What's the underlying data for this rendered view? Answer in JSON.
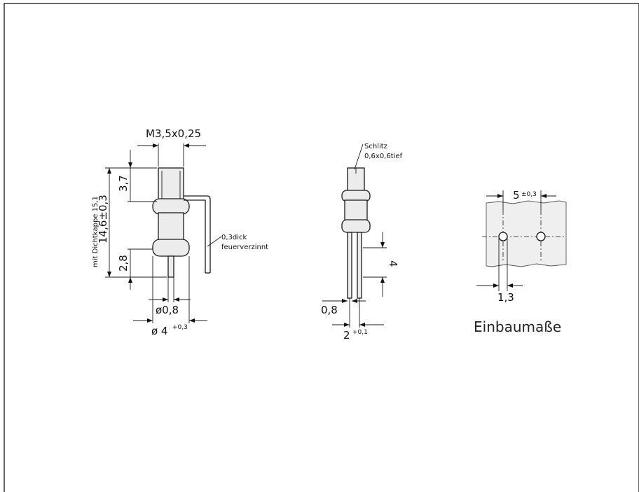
{
  "view1": {
    "thread_label": "M3,5x0,25",
    "dim_head": "3,7",
    "dim_total": "14,6±0,3",
    "dim_base": "2,8",
    "side_note": "mit Dichtkappe 15,1",
    "pin_dia": "ø0,8",
    "body_dia": "ø 4",
    "body_dia_tol": "+0,3",
    "tab_note_1": "0,3dick",
    "tab_note_2": "feuerverzinnt"
  },
  "view2": {
    "slot_note_1": "Schlitz",
    "slot_note_2": "0,6x0,6tief",
    "dim_leg": "4",
    "dim_pin": "0,8",
    "dim_spacing": "2",
    "dim_spacing_tol": "+0,1"
  },
  "view3": {
    "hole_spacing": "5",
    "hole_spacing_tol": "±0,3",
    "hole_dia": "1,3",
    "caption": "Einbaumaße"
  }
}
